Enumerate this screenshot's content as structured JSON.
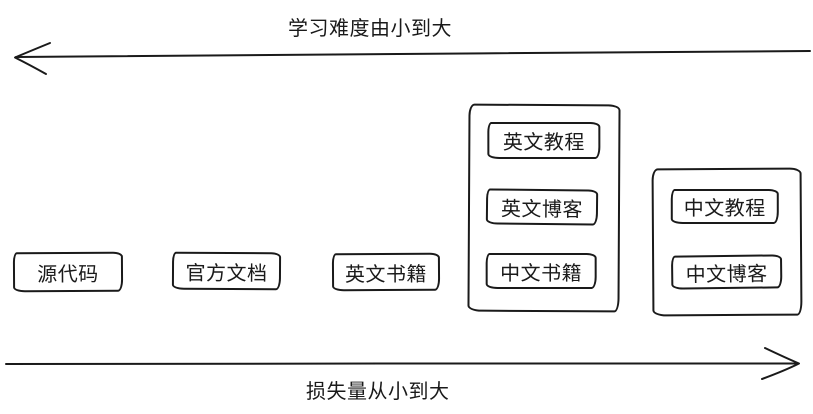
{
  "axes": {
    "top": {
      "label": "学习难度由小到大",
      "direction": "left"
    },
    "bottom": {
      "label": "损失量从小到大",
      "direction": "right"
    }
  },
  "nodes": [
    {
      "label": "源代码"
    },
    {
      "label": "官方文档"
    },
    {
      "label": "英文书籍"
    }
  ],
  "groups": [
    {
      "items": [
        {
          "label": "英文教程"
        },
        {
          "label": "英文博客"
        },
        {
          "label": "中文书籍"
        }
      ]
    },
    {
      "items": [
        {
          "label": "中文教程"
        },
        {
          "label": "中文博客"
        }
      ]
    }
  ],
  "colors": {
    "stroke": "#1a1a1a",
    "text": "#1a1a1a",
    "background": "#ffffff"
  }
}
